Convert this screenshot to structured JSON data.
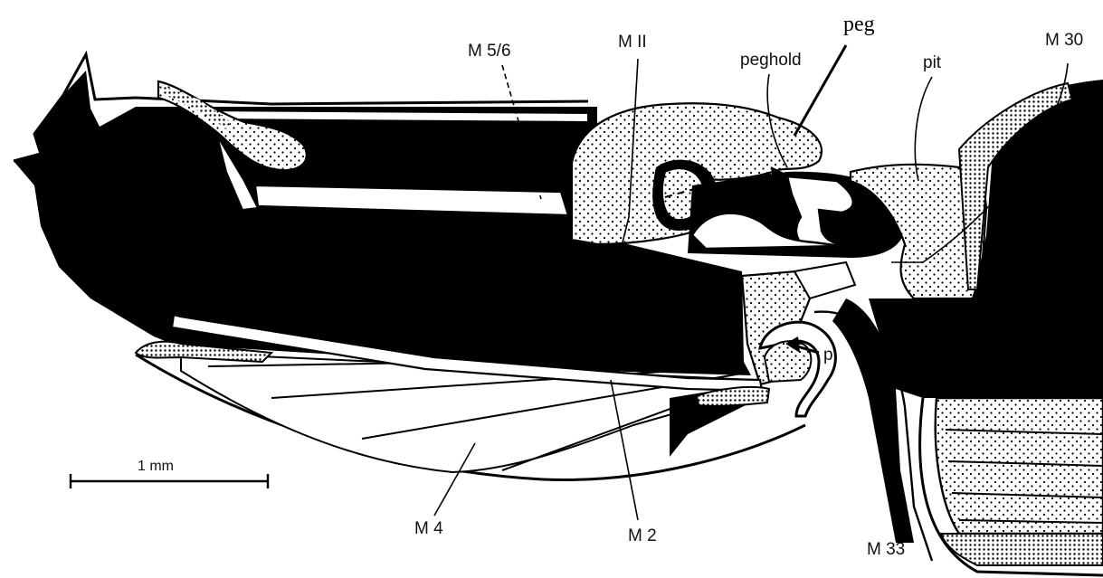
{
  "labels": {
    "m5_6": "M 5/6",
    "m11": "M II",
    "peghold": "peghold",
    "peg": "peg",
    "pit": "pit",
    "m30": "M 30",
    "p": "p",
    "m4": "M 4",
    "m2": "M 2",
    "m33": "M 33",
    "scale": "1 mm"
  },
  "colors": {
    "ink": "#000000",
    "paper": "#ffffff"
  }
}
